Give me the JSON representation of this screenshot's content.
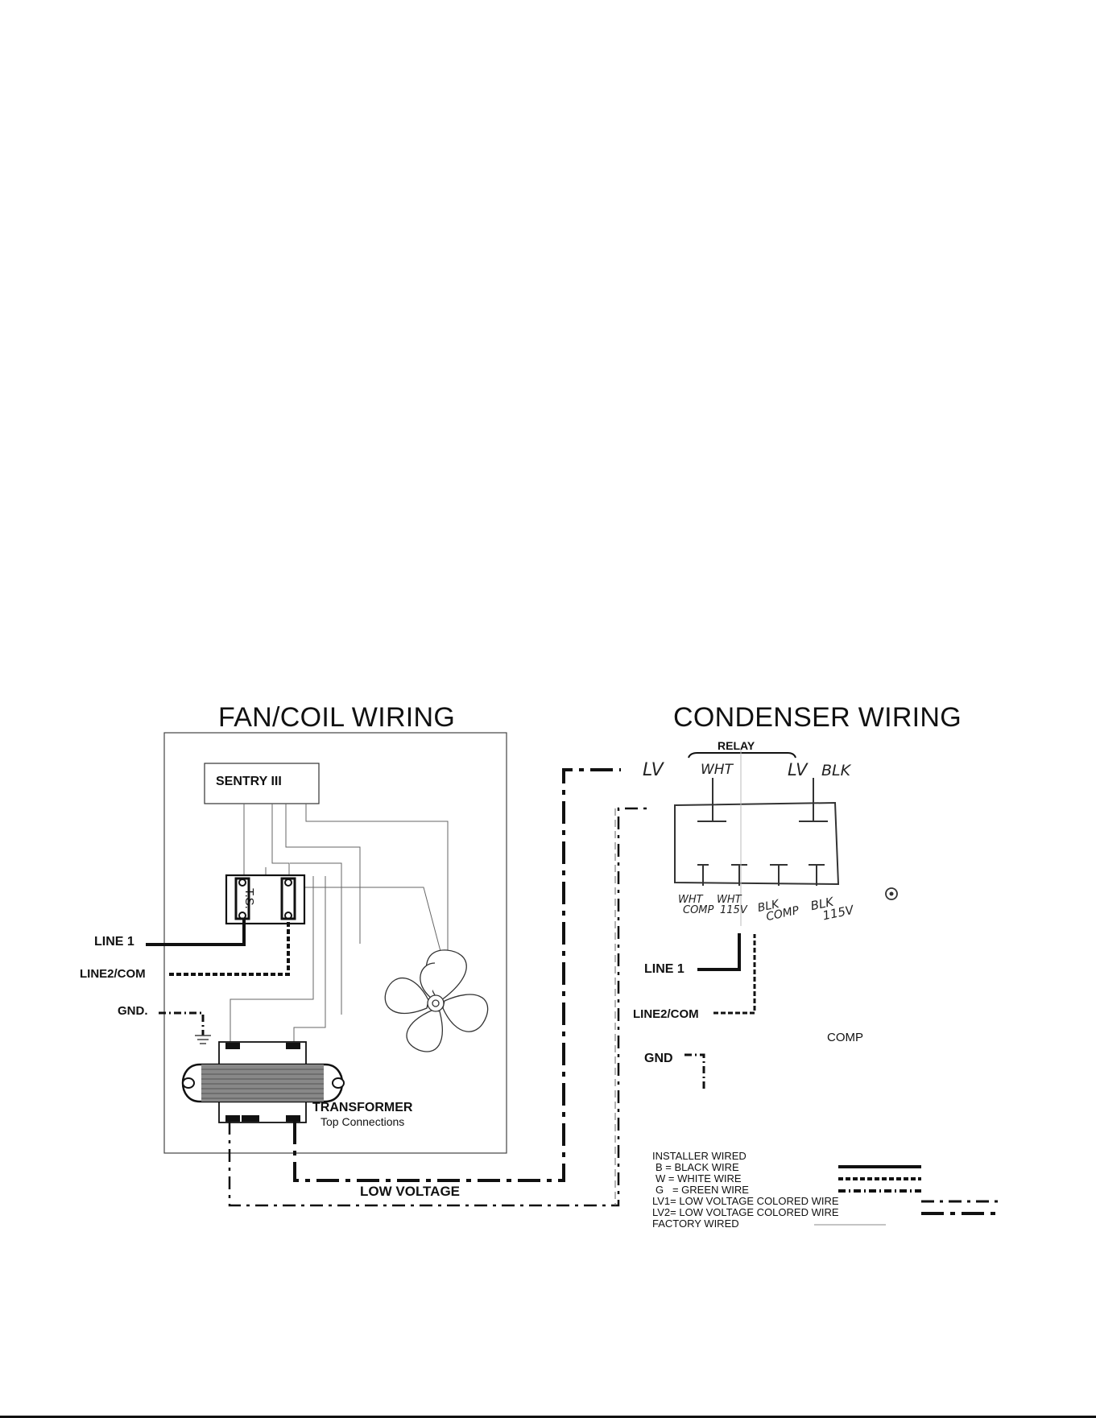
{
  "fan_coil": {
    "title": "FAN/COIL WIRING",
    "sentry_label": "SENTRY III",
    "ts_label": "T.S.",
    "line1_label": "LINE 1",
    "line2_label": "LINE2/COM",
    "gnd_label": "GND.",
    "transformer_label": "TRANSFORMER",
    "transformer_sub": "Top Connections",
    "low_voltage_label": "LOW VOLTAGE"
  },
  "condenser": {
    "title": "CONDENSER WIRING",
    "relay_label": "RELAY",
    "lv_left": "LV",
    "wht_top": "WHT",
    "lv_right": "LV",
    "blk_top": "BLK",
    "terminals": [
      {
        "top": "WHT",
        "bottom": "COMP"
      },
      {
        "top": "WHT",
        "bottom": "115V"
      },
      {
        "top": "BLK",
        "bottom": "COMP"
      },
      {
        "top": "BLK",
        "bottom": "115V"
      }
    ],
    "line1_label": "LINE 1",
    "line2_label": "LINE2/COM",
    "comp_label": "COMP",
    "gnd_label": "GND"
  },
  "legend": {
    "header": "INSTALLER WIRED",
    "items": [
      {
        "key": "black",
        "label": "B = BLACK WIRE"
      },
      {
        "key": "white",
        "label": "W = WHITE WIRE"
      },
      {
        "key": "green",
        "label": "G   = GREEN WIRE"
      },
      {
        "key": "lv1",
        "label": "LV1= LOW VOLTAGE COLORED WIRE"
      },
      {
        "key": "lv2",
        "label": "LV2= LOW VOLTAGE COLORED WIRE"
      },
      {
        "key": "factory",
        "label": "FACTORY WIRED"
      }
    ]
  }
}
